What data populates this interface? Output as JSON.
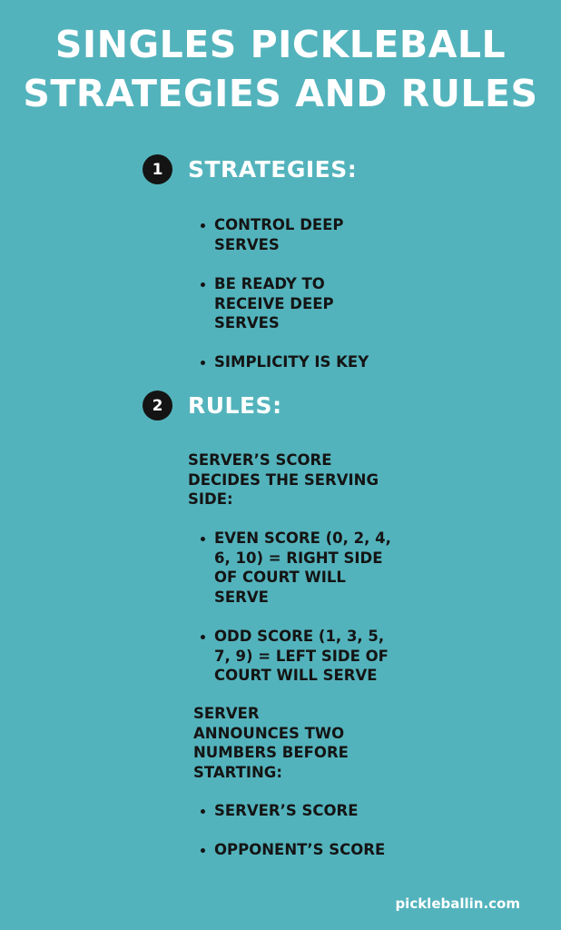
{
  "title": {
    "line1": "SINGLES PICKLEBALL",
    "line2": "STRATEGIES AND RULES"
  },
  "sections": [
    {
      "number": "1",
      "label": "STRATEGIES:",
      "bullets": [
        "CONTROL DEEP SERVES",
        "BE READY TO RECEIVE DEEP SERVES",
        "SIMPLICITY IS KEY"
      ]
    },
    {
      "number": "2",
      "label": "RULES:",
      "intro": "SERVER’S SCORE DECIDES THE SERVING SIDE:",
      "bullets": [
        "EVEN SCORE (0, 2, 4, 6, 10) = RIGHT SIDE OF COURT WILL SERVE",
        "ODD SCORE (1, 3, 5, 7, 9) = LEFT SIDE OF COURT WILL SERVE"
      ],
      "intro2": "SERVER ANNOUNCES TWO NUMBERS BEFORE STARTING:",
      "bullets2": [
        "SERVER’S SCORE",
        "OPPONENT’S SCORE"
      ]
    }
  ],
  "footer": "pickleballin.com",
  "colors": {
    "background": "#53b3bc",
    "text_dark": "#141414",
    "text_light": "#ffffff"
  }
}
